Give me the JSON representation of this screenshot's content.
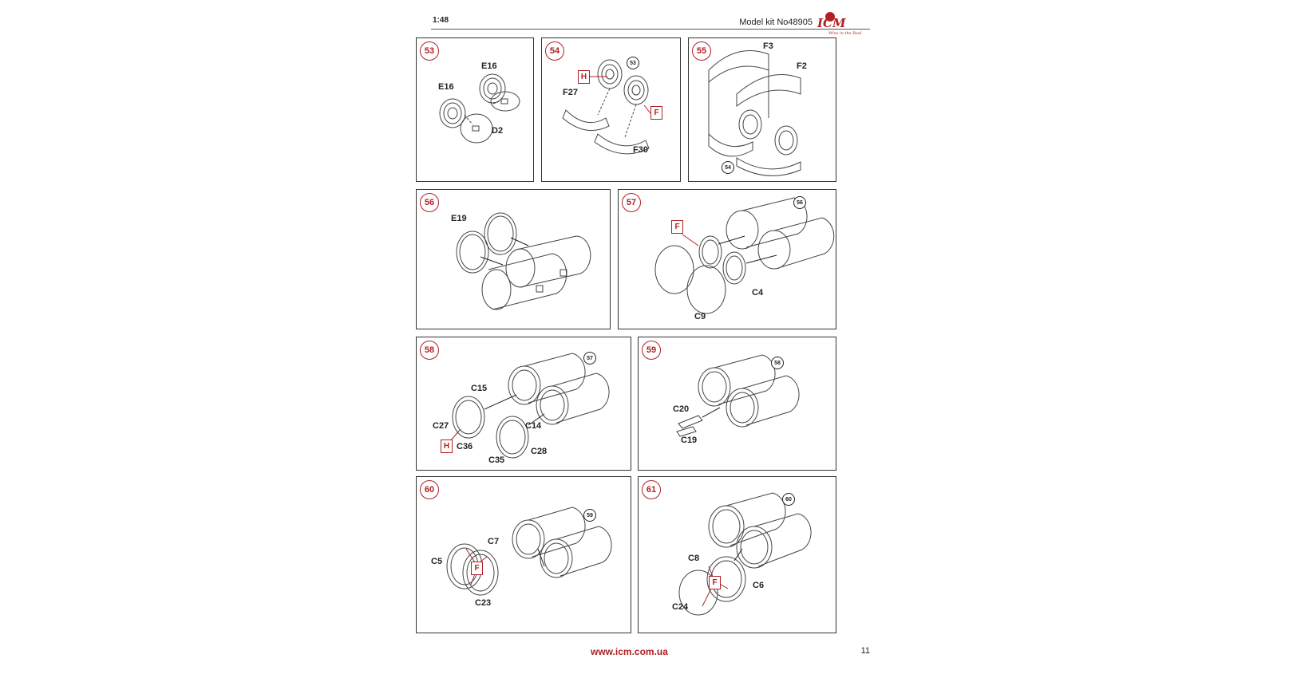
{
  "header": {
    "scale": "1:48",
    "model_kit": "Model kit No48905",
    "brand": "ICM",
    "tagline": "Wins in the Real"
  },
  "colors": {
    "accent": "#b02025",
    "line": "#333333"
  },
  "steps": [
    {
      "number": "53",
      "labels": [
        "E16",
        "E16",
        "D2"
      ],
      "refs": [],
      "hints": []
    },
    {
      "number": "54",
      "labels": [
        "F27",
        "F30"
      ],
      "refs": [
        "53"
      ],
      "hints": [
        "H",
        "F"
      ]
    },
    {
      "number": "55",
      "labels": [
        "F3",
        "F2"
      ],
      "refs": [
        "54"
      ],
      "hints": []
    },
    {
      "number": "56",
      "labels": [
        "E19"
      ],
      "refs": [],
      "hints": []
    },
    {
      "number": "57",
      "labels": [
        "C4",
        "C9"
      ],
      "refs": [
        "56"
      ],
      "hints": [
        "F"
      ]
    },
    {
      "number": "58",
      "labels": [
        "C15",
        "C27",
        "C36",
        "C14",
        "C35",
        "C28"
      ],
      "refs": [
        "57"
      ],
      "hints": [
        "H"
      ]
    },
    {
      "number": "59",
      "labels": [
        "C20",
        "C19"
      ],
      "refs": [
        "58"
      ],
      "hints": []
    },
    {
      "number": "60",
      "labels": [
        "C7",
        "C5",
        "C23"
      ],
      "refs": [
        "59"
      ],
      "hints": [
        "F"
      ]
    },
    {
      "number": "61",
      "labels": [
        "C8",
        "C6",
        "C24"
      ],
      "refs": [
        "60"
      ],
      "hints": [
        "F"
      ]
    }
  ],
  "footer": {
    "url": "www.icm.com.ua",
    "page": "11"
  }
}
